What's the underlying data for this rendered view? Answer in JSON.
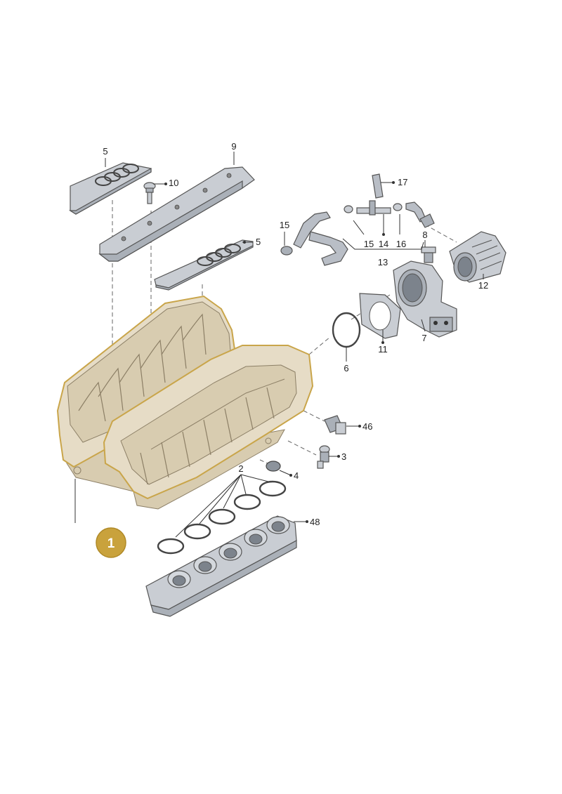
{
  "callouts": [
    "5",
    "9",
    "10",
    "5",
    "17",
    "15",
    "15",
    "14",
    "16",
    "8",
    "13",
    "12",
    "7",
    "11",
    "6",
    "46",
    "3",
    "4",
    "2",
    "48"
  ],
  "main_badge": "1",
  "colors": {
    "highlight_outline": "#c9a54a",
    "badge_fill": "#c9a23c",
    "badge_text": "#ffffff"
  }
}
